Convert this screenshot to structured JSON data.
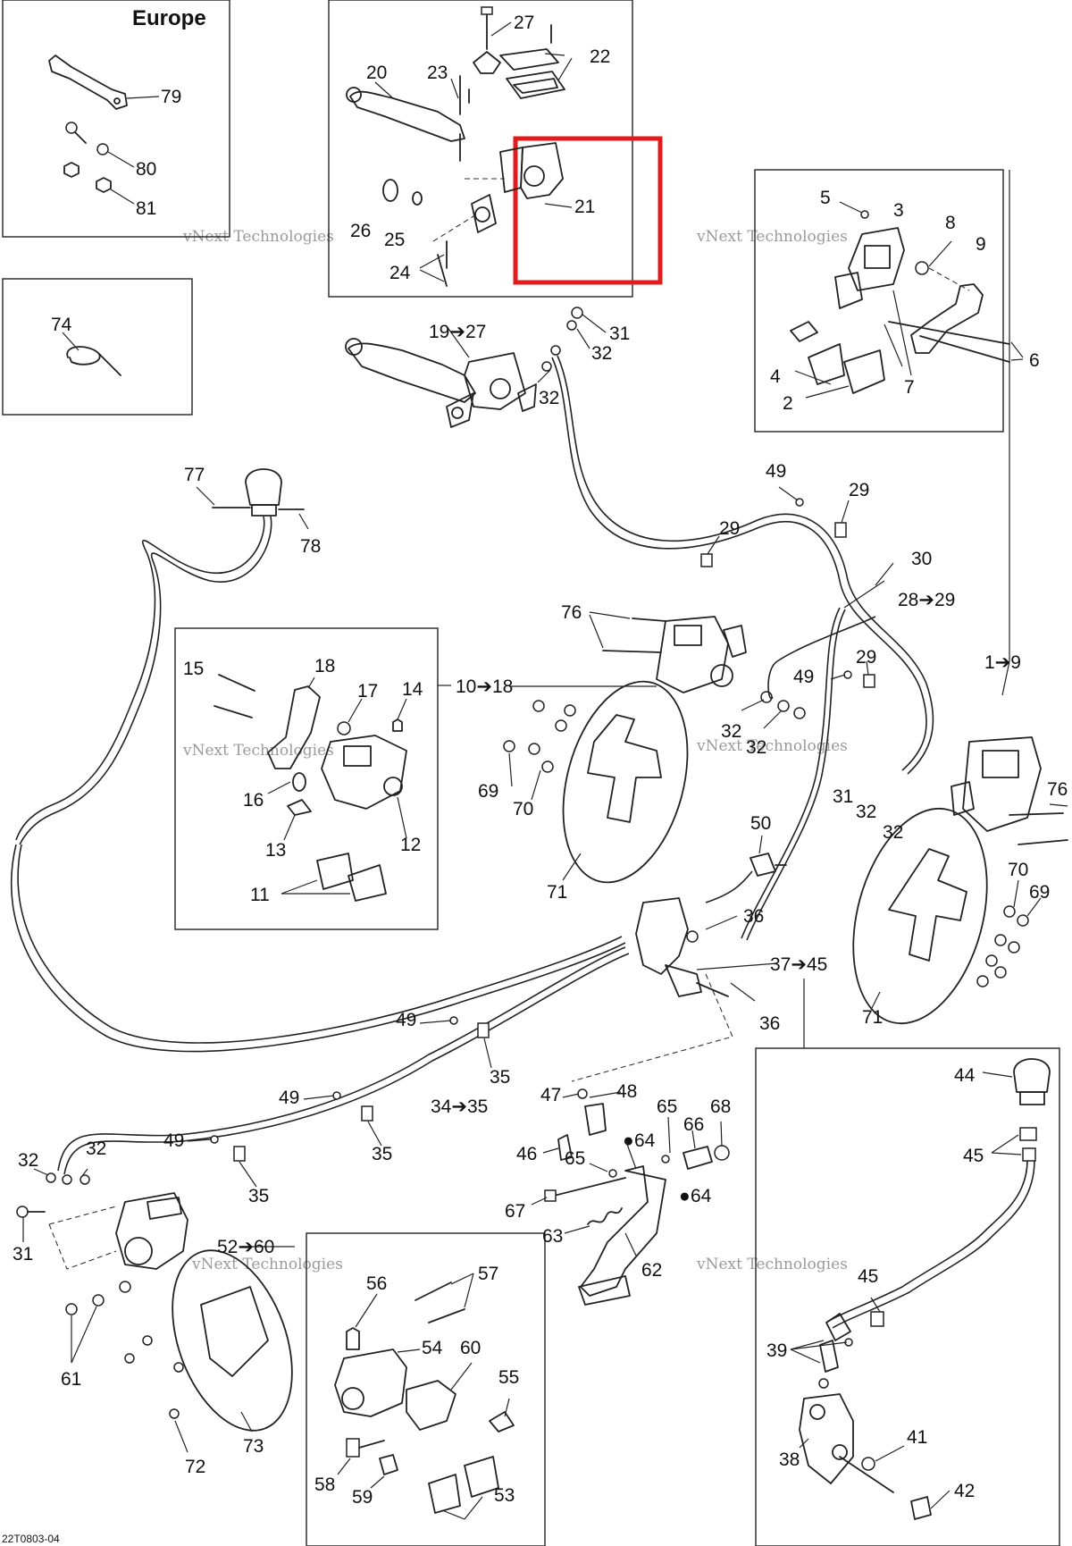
{
  "region_title": "Europe",
  "diagram_code": "22T0803-04",
  "watermark": {
    "line1": "vNext Technologies",
    "line2": "Technologies"
  },
  "labels": {
    "l79": "79",
    "l80": "80",
    "l81": "81",
    "l20": "20",
    "l23": "23",
    "l27a": "27",
    "l22": "22",
    "l21": "21",
    "l26": "26",
    "l25": "25",
    "l24": "24",
    "l1927": "19➔27",
    "l31a": "31",
    "l32a": "32",
    "l32b": "32",
    "l74": "74",
    "l5": "5",
    "l3": "3",
    "l8": "8",
    "l9": "9",
    "l4": "4",
    "l2": "2",
    "l7": "7",
    "l6": "6",
    "l77": "77",
    "l78": "78",
    "l49a": "49",
    "l29a": "29",
    "l29b": "29",
    "l30": "30",
    "l2829": "28➔29",
    "l76a": "76",
    "l76b": "76",
    "l1018": "10➔18",
    "l49b": "49",
    "l29c": "29",
    "l19": "1➔9",
    "l15": "15",
    "l18": "18",
    "l17": "17",
    "l14": "14",
    "l16": "16",
    "l13": "13",
    "l12": "12",
    "l11": "11",
    "l32c": "32",
    "l32d": "32",
    "l31b": "31",
    "l32e": "32",
    "l32f": "32",
    "l69a": "69",
    "l70a": "70",
    "l71a": "71",
    "l50": "50",
    "l36a": "36",
    "l3745": "37➔45",
    "l36b": "36",
    "l70b": "70",
    "l69b": "69",
    "l71b": "71",
    "l49c": "49",
    "l35a": "35",
    "l49d": "49",
    "l3435": "34➔35",
    "l35b": "35",
    "l47": "47",
    "l48": "48",
    "l65a": "65",
    "l66": "66",
    "l68": "68",
    "l64a": "64",
    "l46": "46",
    "l65b": "65",
    "l64b": "64",
    "l67": "67",
    "l63": "63",
    "l62": "62",
    "l44": "44",
    "l45a": "45",
    "l45b": "45",
    "l49e": "49",
    "l32g": "32",
    "l32h": "32",
    "l35c": "35",
    "l31c": "31",
    "l5260": "52➔60",
    "l56": "56",
    "l57": "57",
    "l54": "54",
    "l60": "60",
    "l55": "55",
    "l61": "61",
    "l73": "73",
    "l72": "72",
    "l58": "58",
    "l59": "59",
    "l53": "53",
    "l39": "39",
    "l38": "38",
    "l41": "41",
    "l42": "42"
  }
}
